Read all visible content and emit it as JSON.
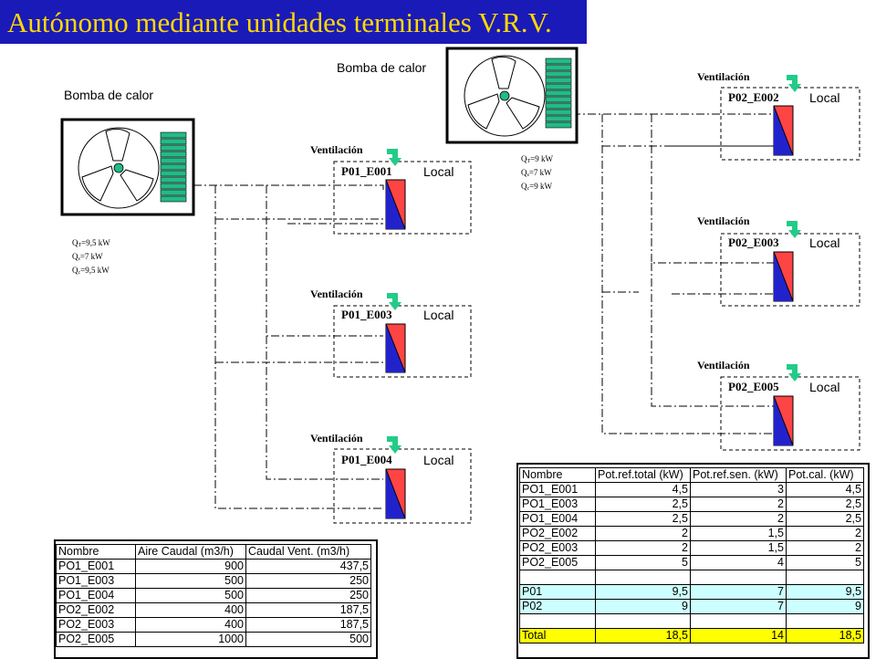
{
  "title": "Autónomo mediante unidades terminales V.R.V.",
  "pumps": [
    {
      "label": "Bomba de calor",
      "caption": [
        [
          "Q",
          "T",
          "=9,5 kW"
        ],
        [
          "Q",
          "s",
          "=7 kW"
        ],
        [
          "Q",
          "c",
          "=9,5 kW"
        ]
      ]
    },
    {
      "label": "Bomba de calor",
      "caption": [
        [
          "Q",
          "T",
          "=9 kW"
        ],
        [
          "Q",
          "s",
          "=7 kW"
        ],
        [
          "Q",
          "c",
          "=9 kW"
        ]
      ]
    }
  ],
  "units": [
    {
      "name": "P01_E001",
      "ventilation": "Ventilación",
      "room": "Local"
    },
    {
      "name": "P01_E003",
      "ventilation": "Ventilación",
      "room": "Local"
    },
    {
      "name": "P01_E004",
      "ventilation": "Ventilación",
      "room": "Local"
    },
    {
      "name": "P02_E002",
      "ventilation": "Ventilación",
      "room": "Local"
    },
    {
      "name": "P02_E003",
      "ventilation": "Ventilación",
      "room": "Local"
    },
    {
      "name": "P02_E005",
      "ventilation": "Ventilación",
      "room": "Local"
    }
  ],
  "airflow_table": {
    "headers": [
      "Nombre",
      "Aire Caudal (m3/h)",
      "Caudal Vent. (m3/h)"
    ],
    "rows": [
      [
        "PO1_E001",
        "900",
        "437,5"
      ],
      [
        "PO1_E003",
        "500",
        "250"
      ],
      [
        "PO1_E004",
        "500",
        "250"
      ],
      [
        "PO2_E002",
        "400",
        "187,5"
      ],
      [
        "PO2_E003",
        "400",
        "187,5"
      ],
      [
        "PO2_E005",
        "1000",
        "500"
      ]
    ]
  },
  "power_table": {
    "headers": [
      "Nombre",
      "Pot.ref.total (kW)",
      "Pot.ref.sen. (kW)",
      "Pot.cal. (kW)"
    ],
    "rows": [
      [
        "PO1_E001",
        "4,5",
        "3",
        "4,5"
      ],
      [
        "PO1_E003",
        "2,5",
        "2",
        "2,5"
      ],
      [
        "PO1_E004",
        "2,5",
        "2",
        "2,5"
      ],
      [
        "PO2_E002",
        "2",
        "1,5",
        "2"
      ],
      [
        "PO2_E003",
        "2",
        "1,5",
        "2"
      ],
      [
        "PO2_E005",
        "5",
        "4",
        "5"
      ]
    ],
    "subtotals": [
      [
        "P01",
        "9,5",
        "7",
        "9,5"
      ],
      [
        "P02",
        "9",
        "7",
        "9"
      ]
    ],
    "total": [
      "Total",
      "18,5",
      "14",
      "18,5"
    ]
  },
  "colors": {
    "title_bg": "#1a1ab8",
    "title_text": "#ffd800",
    "arrow": "#22cc88",
    "fan_hub": "#22bb88",
    "grille": "#22bb88",
    "unit_red": "#ff4444",
    "unit_blue": "#2222cc",
    "subtotal_bg": "#ccffff",
    "total_bg": "#ffff00"
  }
}
